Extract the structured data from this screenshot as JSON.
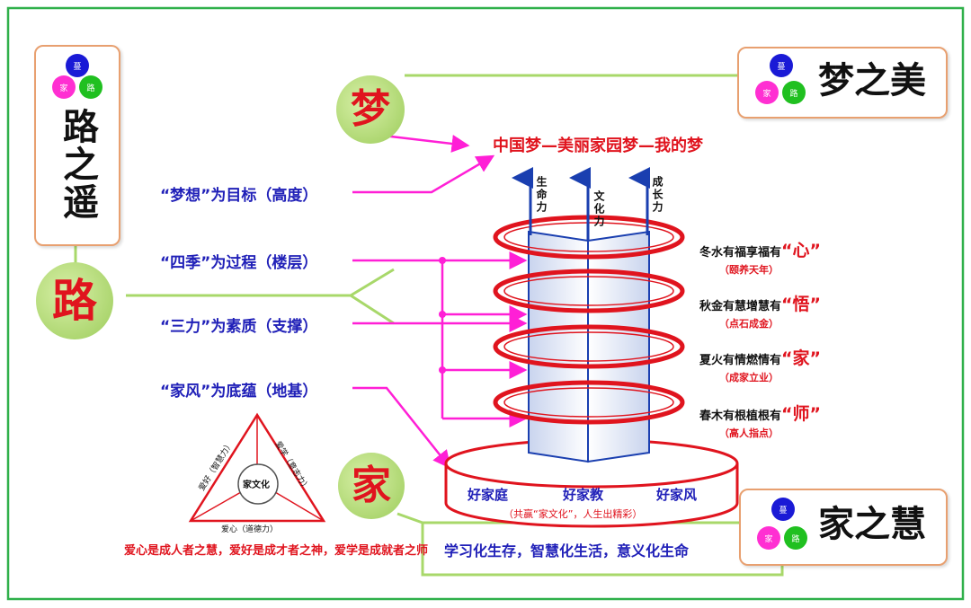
{
  "path_box": {
    "title": "路之遥"
  },
  "dream_box": {
    "title": "梦之美"
  },
  "home_box": {
    "title": "家之慧"
  },
  "seal_chars": {
    "top": "蔓",
    "left": "家",
    "right": "路"
  },
  "circles": {
    "dream": "梦",
    "road": "路",
    "home": "家"
  },
  "dream_title": "中国梦—美丽家园梦—我的梦",
  "left_labels": [
    "“梦想”为目标（高度）",
    "“四季”为过程（楼层）",
    "“三力”为素质（支撑）",
    "“家风”为底蕴（地基）"
  ],
  "pillars": [
    "生命力",
    "文化力",
    "成长力"
  ],
  "seasons": [
    {
      "text": "冬水有福享福有",
      "key": "“心”",
      "sub": "（颐养天年）"
    },
    {
      "text": "秋金有慧增慧有",
      "key": "“悟”",
      "sub": "（点石成金）"
    },
    {
      "text": "夏火有情燃情有",
      "key": "“家”",
      "sub": "（成家立业）"
    },
    {
      "text": "春木有根植根有",
      "key": "“师”",
      "sub": "（高人指点）"
    }
  ],
  "base": {
    "items": [
      "好家庭",
      "好家教",
      "好家风"
    ],
    "sub": "（共赢“家文化”，人生出精彩）"
  },
  "triangle": {
    "center": "家文化",
    "left": "爱好（智慧力）",
    "right": "爱学（意志力）",
    "bottom": "爱心（道德力）"
  },
  "motto": "爱心是成人者之慧，爱好是成才者之神，爱学是成就者之师",
  "life_line": "学习化生存，智慧化生活，意义化生命",
  "colors": {
    "frame": "#2fb04a",
    "arrow": "#ff1fd6",
    "ring": "#e0141e",
    "green_line": "#a8d86a",
    "label_blue": "#2020b8"
  }
}
